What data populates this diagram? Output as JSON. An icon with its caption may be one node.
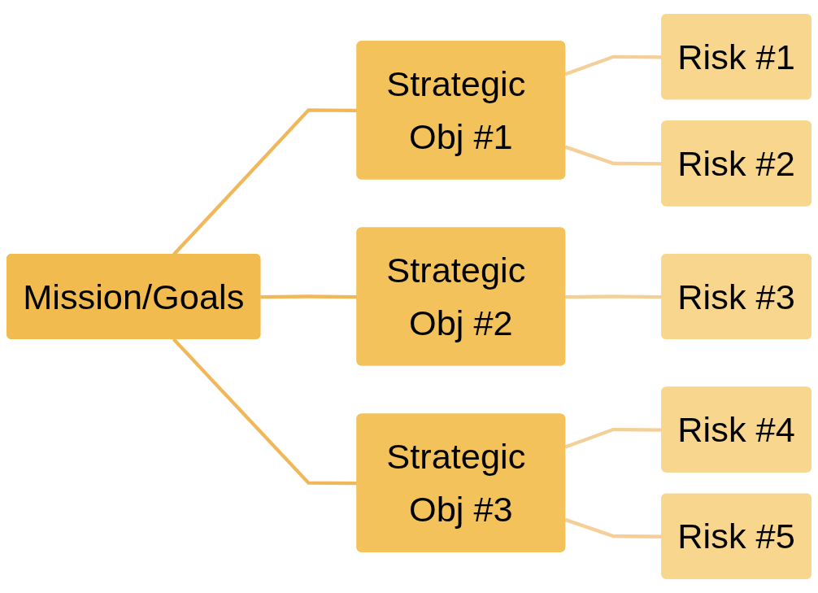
{
  "diagram": {
    "nodes": [
      {
        "text": [
          "Mission/Goals"
        ]
      },
      {
        "text": [
          "Strategic Obj #1"
        ]
      },
      {
        "text": [
          "Strategic Obj #2"
        ]
      },
      {
        "text": [
          "Strategic Obj #3"
        ]
      },
      {
        "text": [
          "Risk #1"
        ]
      },
      {
        "text": [
          "Risk #2"
        ]
      },
      {
        "text": [
          "Risk #3"
        ]
      },
      {
        "text": [
          "Risk #4"
        ]
      },
      {
        "text": [
          "Risk #5"
        ]
      }
    ],
    "edges": [
      {
        "from": 0,
        "to": 1,
        "arrow": "none",
        "color": "#f0b85a"
      },
      {
        "from": 0,
        "to": 2,
        "arrow": "none",
        "color": "#f0b85a"
      },
      {
        "from": 0,
        "to": 3,
        "arrow": "none",
        "color": "#f0b85a"
      },
      {
        "from": 1,
        "to": 4,
        "arrow": "none"
      },
      {
        "from": 1,
        "to": 5,
        "arrow": "none"
      },
      {
        "from": 2,
        "to": 6,
        "arrow": "none"
      },
      {
        "from": 3,
        "to": 7,
        "arrow": "none"
      },
      {
        "from": 3,
        "to": 8,
        "arrow": "none"
      }
    ]
  }
}
